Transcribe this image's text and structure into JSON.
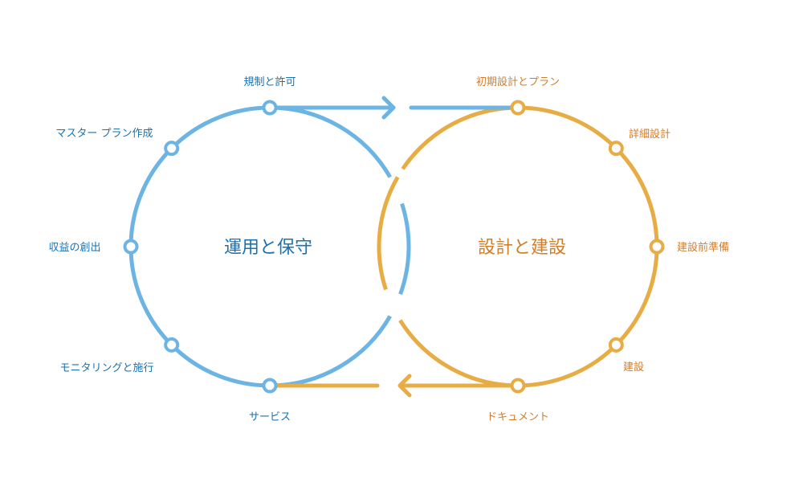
{
  "colors": {
    "blue_stroke": "#6cb4e4",
    "blue_text": "#1a72b0",
    "orange_stroke": "#e8ac45",
    "orange_text": "#d07e2c",
    "node_fill": "#ffffff"
  },
  "left_cycle": {
    "title": "運用と保守",
    "nodes": [
      {
        "label": "規制と許可",
        "angle_deg": 90
      },
      {
        "label": "マスター プラン作成",
        "angle_deg": 135
      },
      {
        "label": "収益の創出",
        "angle_deg": 180
      },
      {
        "label": "モニタリングと施行",
        "angle_deg": 225
      },
      {
        "label": "サービス",
        "angle_deg": 270
      }
    ]
  },
  "right_cycle": {
    "title": "設計と建設",
    "nodes": [
      {
        "label": "初期設計とプラン",
        "angle_deg": 90
      },
      {
        "label": "詳細設計",
        "angle_deg": 45
      },
      {
        "label": "建設前準備",
        "angle_deg": 0
      },
      {
        "label": "建設",
        "angle_deg": -45
      },
      {
        "label": "ドキュメント",
        "angle_deg": -90
      }
    ]
  },
  "connectors": [
    {
      "from": "規制と許可",
      "to": "初期設計とプラン",
      "direction": "right"
    },
    {
      "from": "ドキュメント",
      "to": "サービス",
      "direction": "left"
    }
  ]
}
